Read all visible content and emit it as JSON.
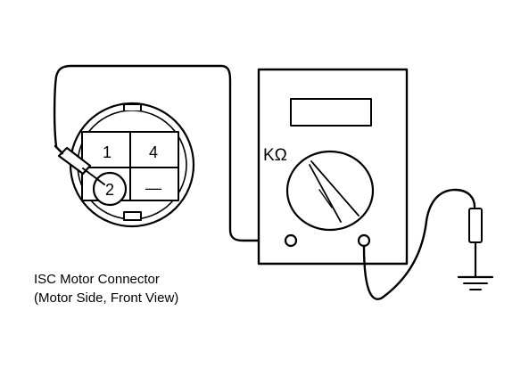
{
  "diagram": {
    "connector": {
      "pin_labels": [
        "1",
        "4",
        "2",
        "—"
      ]
    },
    "meter": {
      "range_label": "KΩ"
    },
    "caption": {
      "line1": "ISC Motor Connector",
      "line2": "(Motor Side, Front View)"
    },
    "colors": {
      "ink": "#000000",
      "paper": "#ffffff"
    },
    "icons": [
      "probe-icon",
      "ground-icon"
    ]
  }
}
